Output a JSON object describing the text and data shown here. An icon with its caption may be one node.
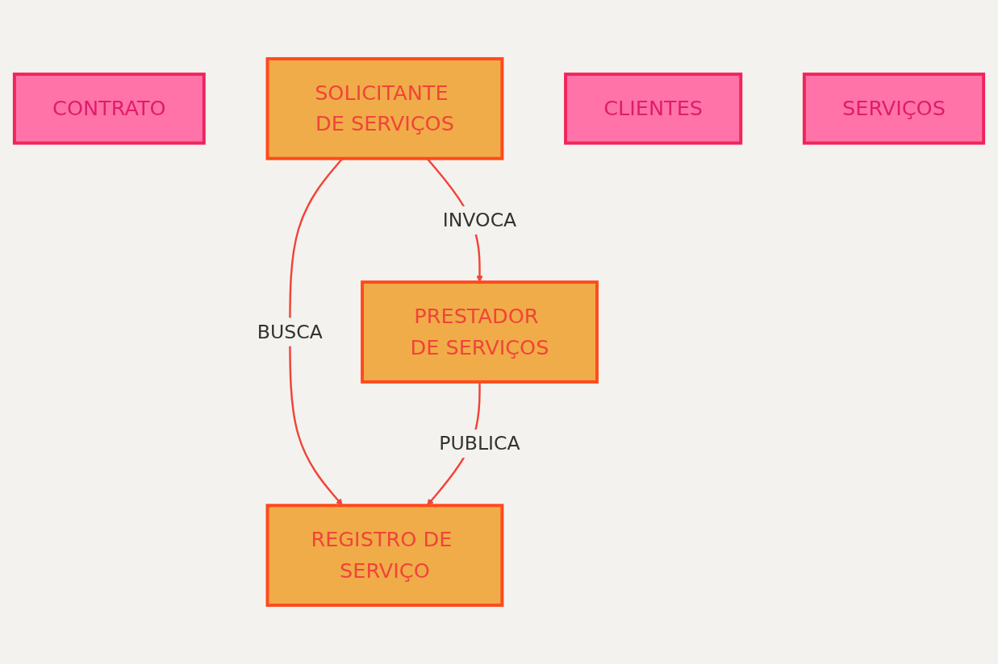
{
  "diagram": {
    "nodes": [
      {
        "text": [
          "CONTRATO"
        ]
      },
      {
        "text": [
          "REGISTRO DE SERVIÇO"
        ]
      },
      {
        "text": [
          "SOLICITANTE DE SERVIÇOS"
        ]
      },
      {
        "text": [
          "CLIENTES"
        ]
      },
      {
        "text": [
          "PRESTADOR DE SERVIÇOS"
        ]
      },
      {
        "text": [
          "SERVIÇOS"
        ]
      }
    ],
    "edges": [
      {
        "from": 2,
        "to": 1,
        "label": "BUSCA",
        "arrow": "to"
      },
      {
        "from": 4,
        "to": 1,
        "label": "PUBLICA",
        "arrow": "to"
      },
      {
        "from": 2,
        "to": 4,
        "label": "INVOCA",
        "arrow": "to"
      }
    ]
  }
}
